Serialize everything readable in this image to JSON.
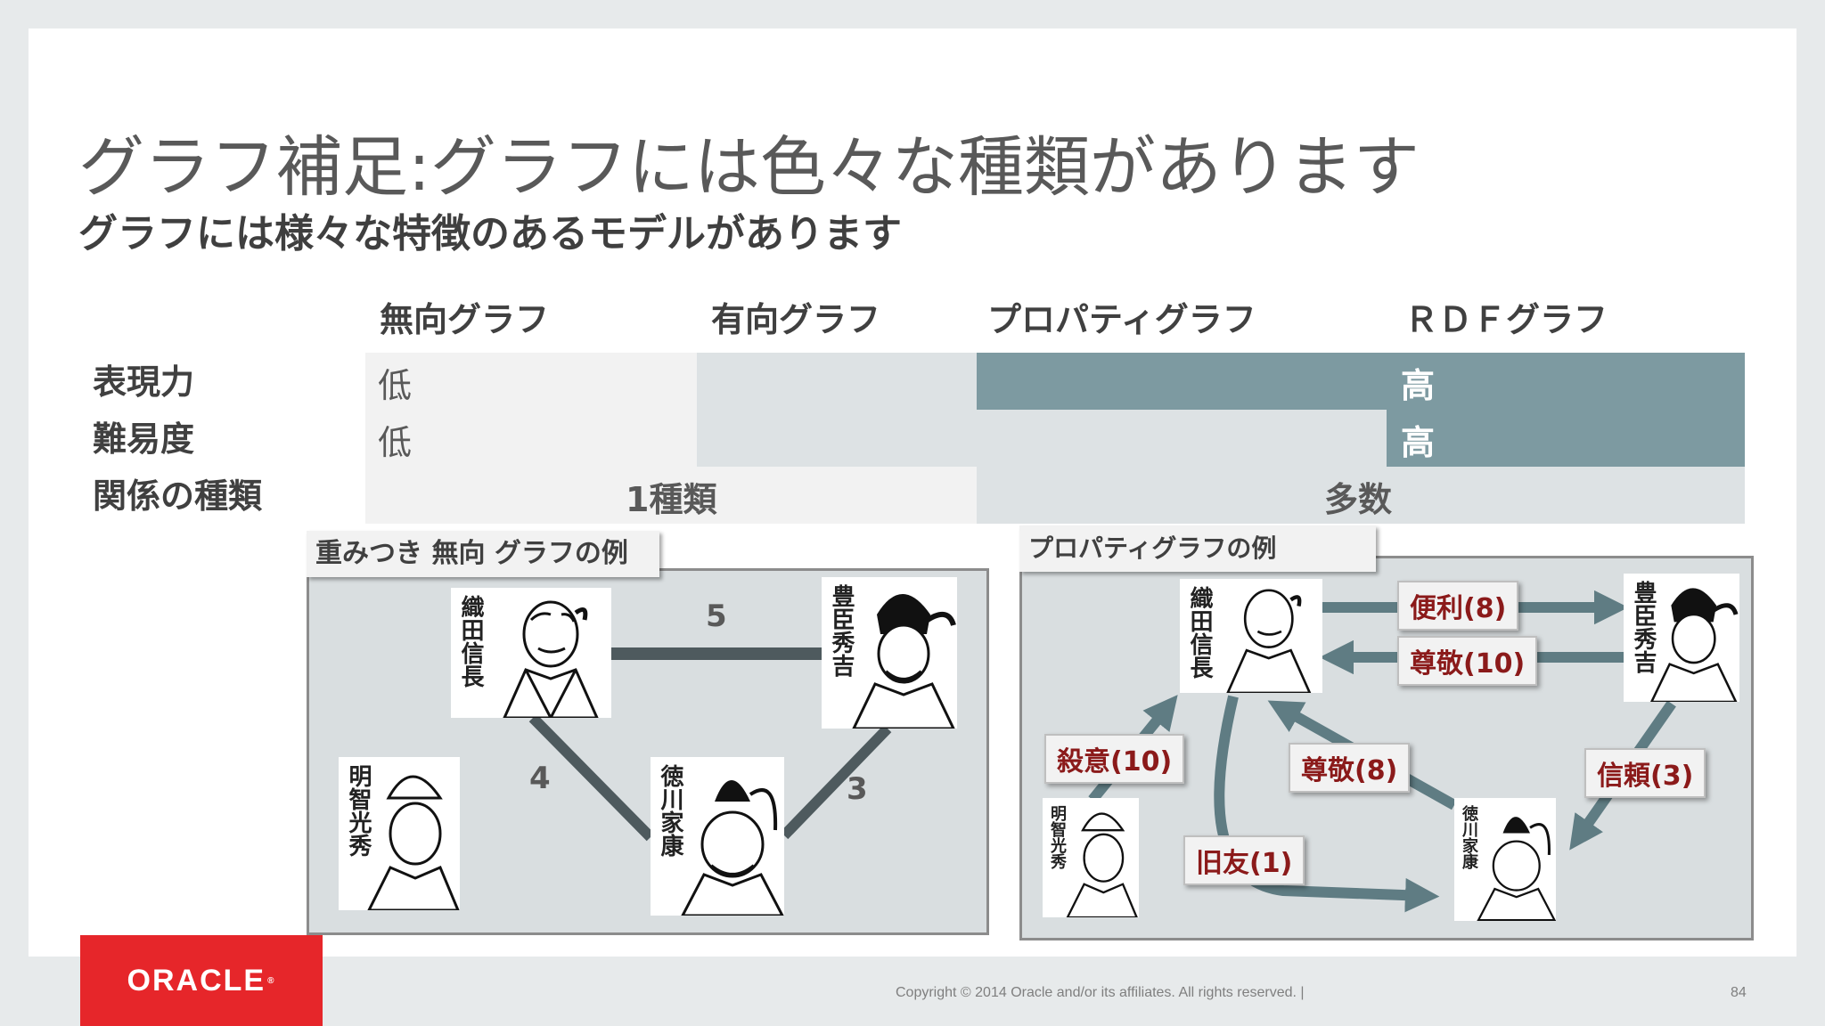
{
  "title": "グラフ補足:グラフには色々な種類があります",
  "subtitle": "グラフには様々な特徴のあるモデルがあります",
  "table": {
    "columns": [
      "無向グラフ",
      "有向グラフ",
      "プロパティグラフ",
      "ＲＤＦグラフ"
    ],
    "rows": [
      {
        "label": "表現力",
        "low": "低",
        "high": "高"
      },
      {
        "label": "難易度",
        "low": "低",
        "high": "高"
      },
      {
        "label": "関係の種類",
        "left": "1種類",
        "right": "多数"
      }
    ]
  },
  "undirected": {
    "label": "重みつき 無向 グラフの例",
    "people": {
      "nobunaga": "織田信長",
      "hideyoshi": "豊臣秀吉",
      "mitsuhide": "明智光秀",
      "ieyasu": "徳川家康"
    },
    "edges": {
      "nobunaga_hideyoshi": "5",
      "nobunaga_ieyasu": "4",
      "hideyoshi_ieyasu": "3"
    }
  },
  "property": {
    "label": "プロパティグラフの例",
    "people": {
      "nobunaga": "織田信長",
      "hideyoshi": "豊臣秀吉",
      "mitsuhide": "明智光秀",
      "ieyasu": "徳川家康"
    },
    "relations": {
      "convenience": "便利(8)",
      "respect10": "尊敬(10)",
      "murder": "殺意(10)",
      "respect8": "尊敬(8)",
      "trust": "信頼(3)",
      "oldfriend": "旧友(1)"
    }
  },
  "footer": {
    "logo": "ORACLE",
    "copyright": "Copyright © 2014 Oracle and/or its affiliates. All rights reserved.  |",
    "page": "84"
  },
  "colors": {
    "band_light": "#f2f2f2",
    "band_mid": "#dde2e4",
    "band_dark": "#7d9aa1",
    "panel_bg": "#d9dee0",
    "arrow": "#5f7c83",
    "relation_text": "#8b1a1a",
    "oracle_red": "#e6262a"
  }
}
